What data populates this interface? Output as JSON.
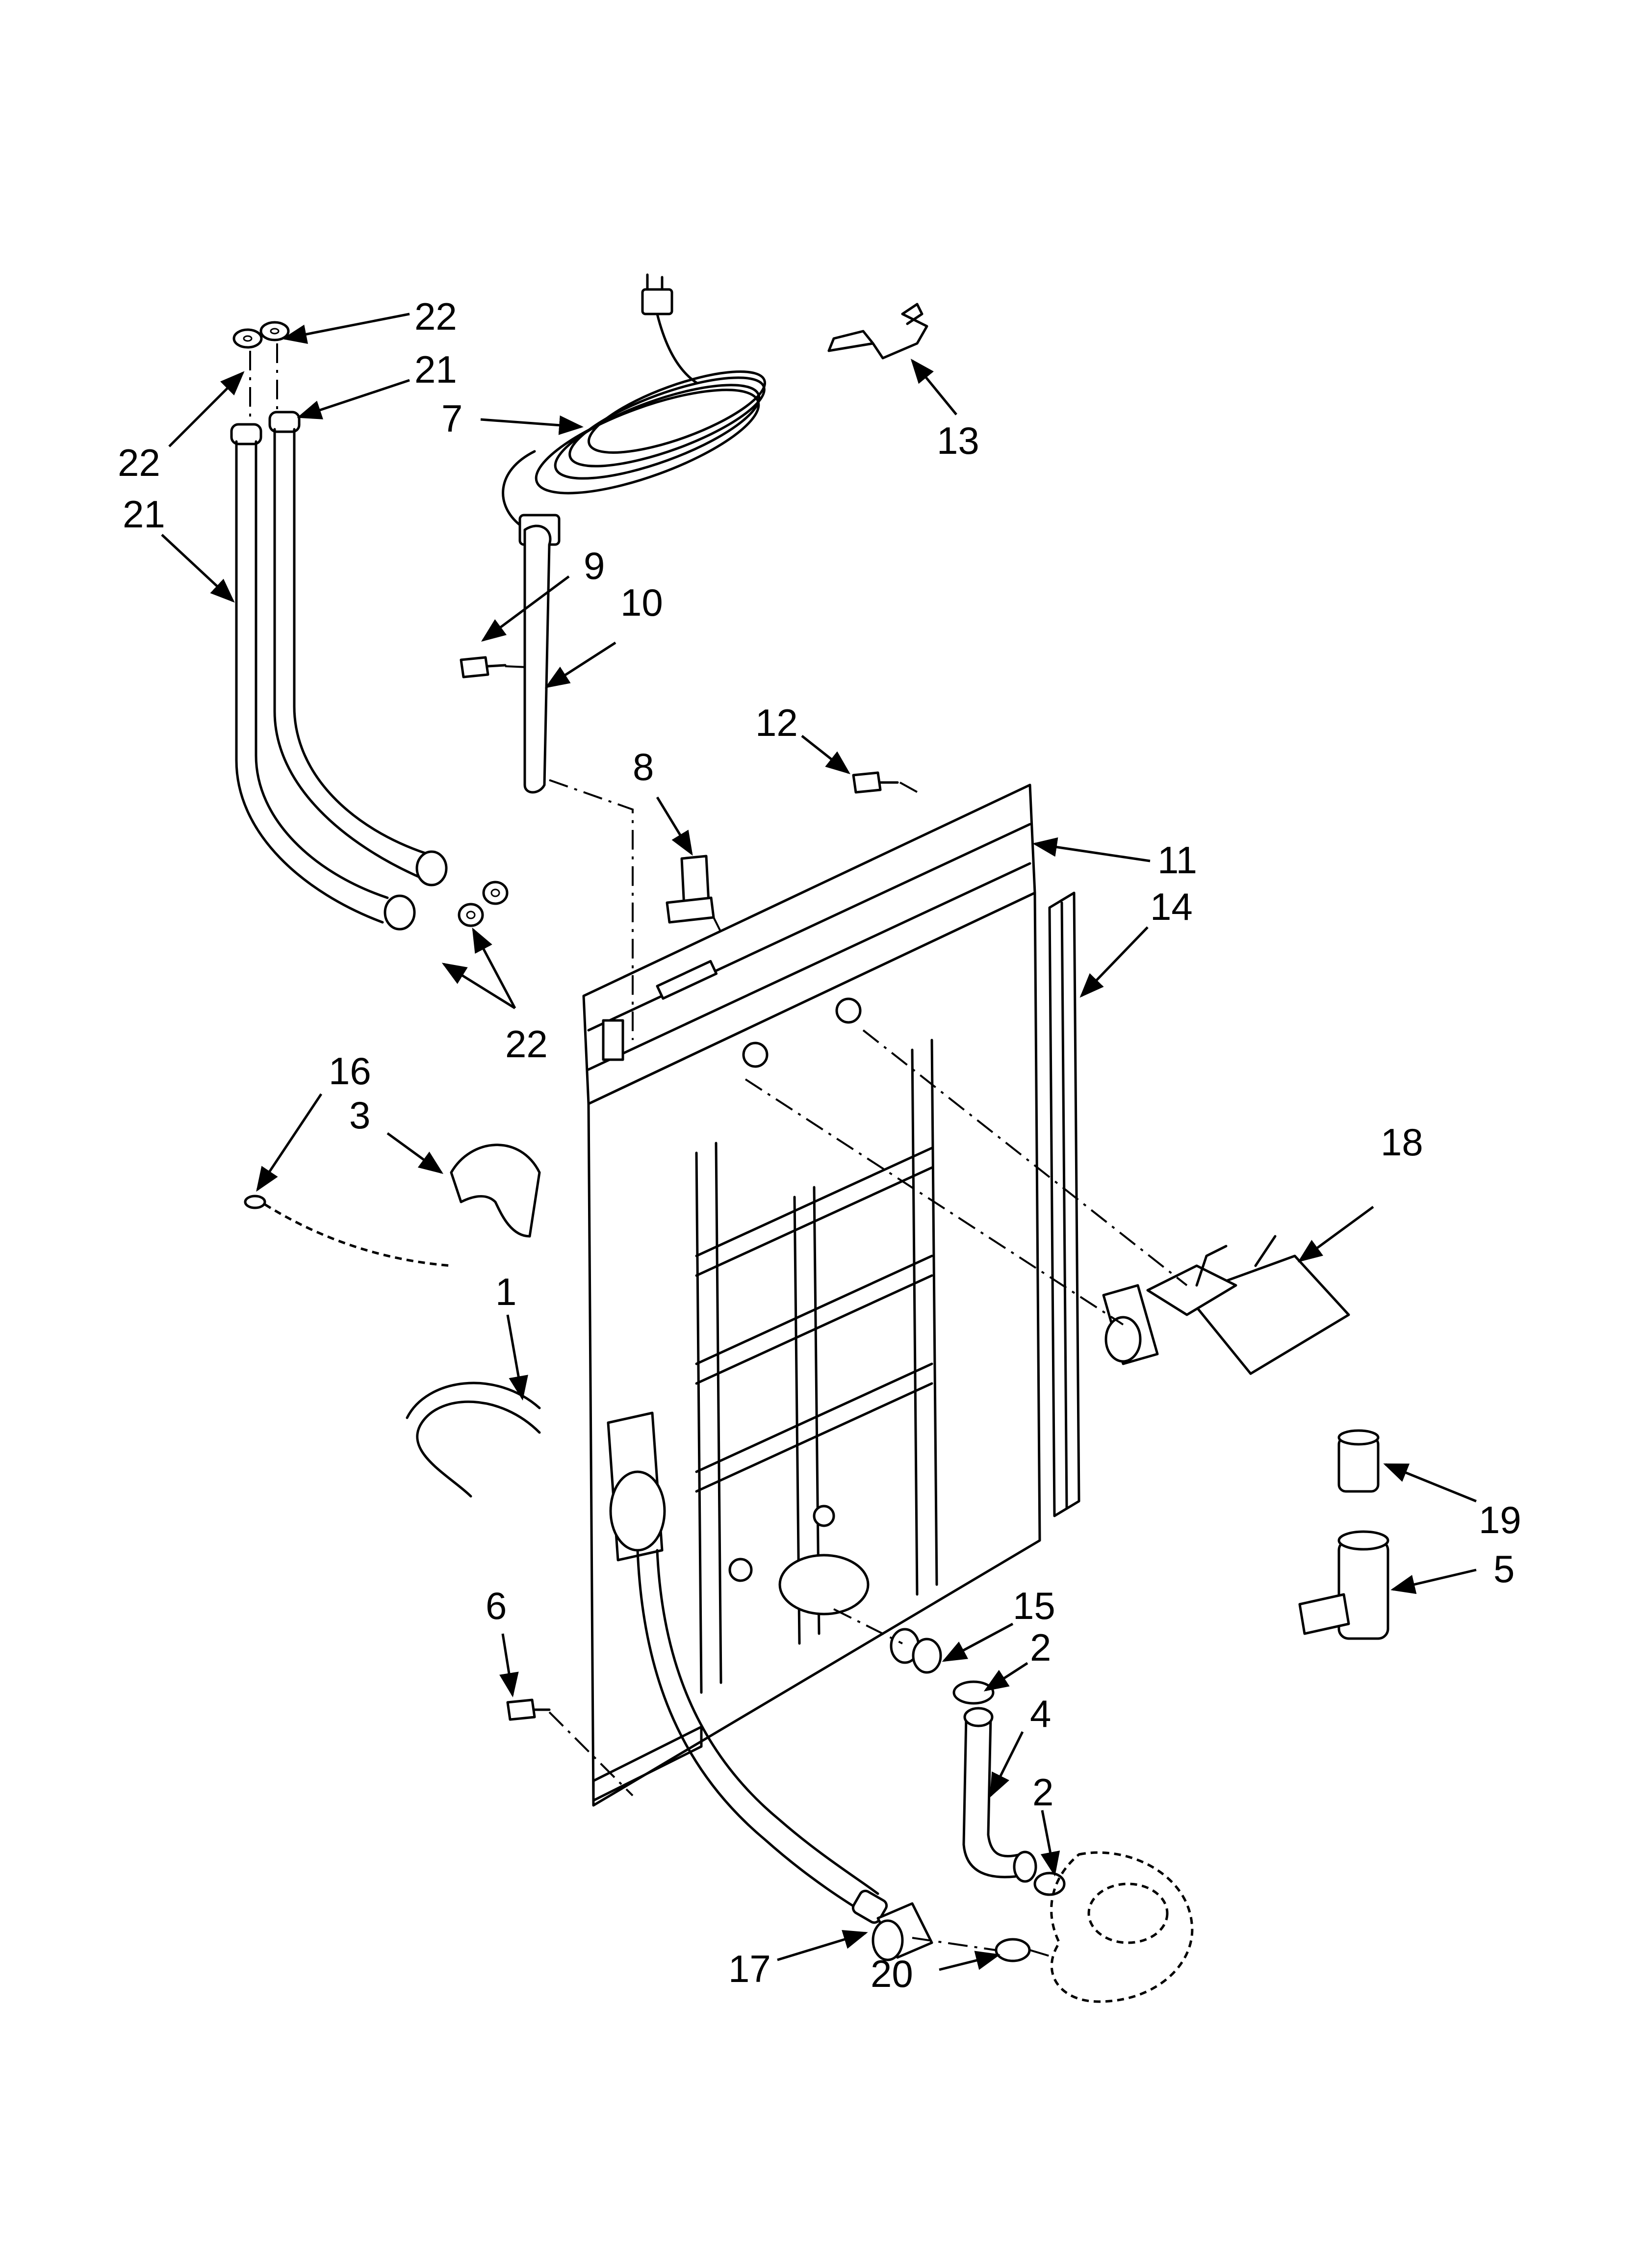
{
  "diagram": {
    "callouts": [
      {
        "id": "c22a",
        "text": "22"
      },
      {
        "id": "c21a",
        "text": "21"
      },
      {
        "id": "c22b",
        "text": "22"
      },
      {
        "id": "c21b",
        "text": "21"
      },
      {
        "id": "c7",
        "text": "7"
      },
      {
        "id": "c13",
        "text": "13"
      },
      {
        "id": "c9",
        "text": "9"
      },
      {
        "id": "c10",
        "text": "10"
      },
      {
        "id": "c12",
        "text": "12"
      },
      {
        "id": "c8",
        "text": "8"
      },
      {
        "id": "c11",
        "text": "11"
      },
      {
        "id": "c14",
        "text": "14"
      },
      {
        "id": "c22c",
        "text": "22"
      },
      {
        "id": "c16",
        "text": "16"
      },
      {
        "id": "c3",
        "text": "3"
      },
      {
        "id": "c18",
        "text": "18"
      },
      {
        "id": "c1",
        "text": "1"
      },
      {
        "id": "c19",
        "text": "19"
      },
      {
        "id": "c5",
        "text": "5"
      },
      {
        "id": "c6",
        "text": "6"
      },
      {
        "id": "c15",
        "text": "15"
      },
      {
        "id": "c2a",
        "text": "2"
      },
      {
        "id": "c4",
        "text": "4"
      },
      {
        "id": "c2b",
        "text": "2"
      },
      {
        "id": "c17",
        "text": "17"
      },
      {
        "id": "c20",
        "text": "20"
      }
    ]
  }
}
